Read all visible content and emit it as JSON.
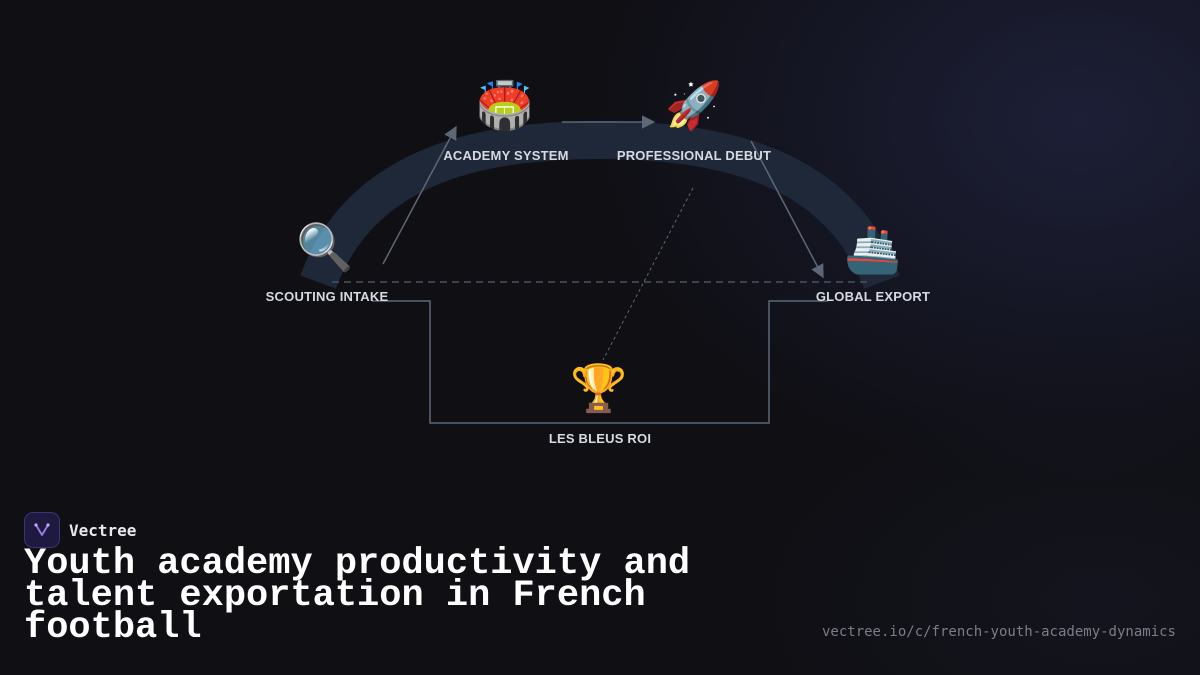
{
  "diagram": {
    "nodes": [
      {
        "id": "scouting",
        "icon": "magnifying-glass-icon",
        "glyph": "🔍",
        "label": "SCOUTING INTAKE"
      },
      {
        "id": "academy",
        "icon": "stadium-icon",
        "glyph": "🏟️",
        "label": "ACADEMY SYSTEM"
      },
      {
        "id": "debut",
        "icon": "rocket-icon",
        "glyph": "🚀",
        "label": "PROFESSIONAL DEBUT"
      },
      {
        "id": "export",
        "icon": "ship-icon",
        "glyph": "🚢",
        "label": "GLOBAL EXPORT"
      },
      {
        "id": "roi",
        "icon": "trophy-icon",
        "glyph": "🏆",
        "label": "LES BLEUS ROI"
      }
    ]
  },
  "brand": {
    "name": "Vectree",
    "icon": "vectree-logo-icon"
  },
  "title": "Youth academy productivity and talent exportation in French football",
  "url": "vectree.io/c/french-youth-academy-dynamics",
  "colors": {
    "background": "#0f0f14",
    "arc": "#1f2838",
    "connector": "#5d6778",
    "label": "#d6dae2"
  }
}
